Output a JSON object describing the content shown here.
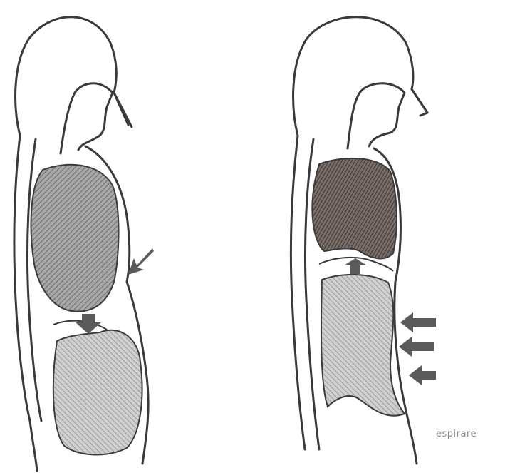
{
  "caption": "espirare",
  "colors": {
    "outline": "#3a3a3a",
    "lung_fill_left": "#8e8e8e",
    "lung_fill_right": "#5a4e4a",
    "abdomen_fill": "#b8b8b8",
    "arrow": "#5a5a5a"
  },
  "figures": [
    {
      "name": "inhalation-figure",
      "arrows": [
        "diaphragm-down-arrow",
        "chest-inward-arrow"
      ]
    },
    {
      "name": "exhalation-figure",
      "arrows": [
        "diaphragm-up-arrow",
        "abdomen-inward-arrow-1",
        "abdomen-inward-arrow-2",
        "abdomen-inward-arrow-3"
      ]
    }
  ]
}
